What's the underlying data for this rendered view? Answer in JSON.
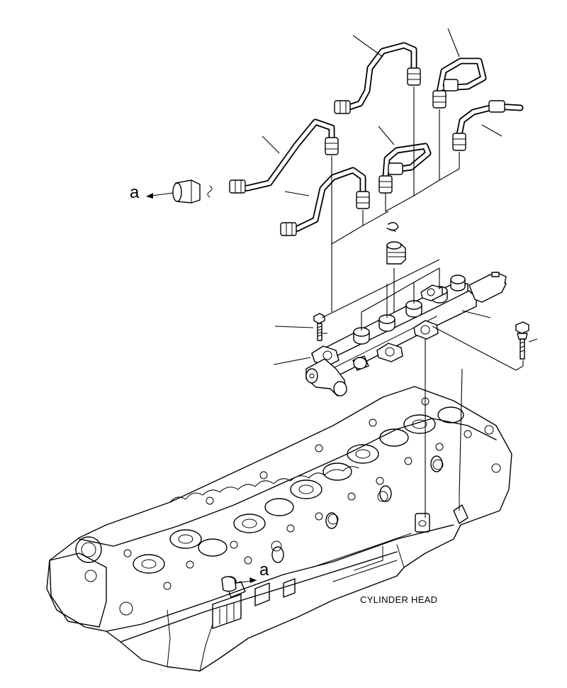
{
  "labels": {
    "ref_a_top": "a",
    "ref_a_head": "a",
    "cylinder_head": "CYLINDER HEAD"
  }
}
